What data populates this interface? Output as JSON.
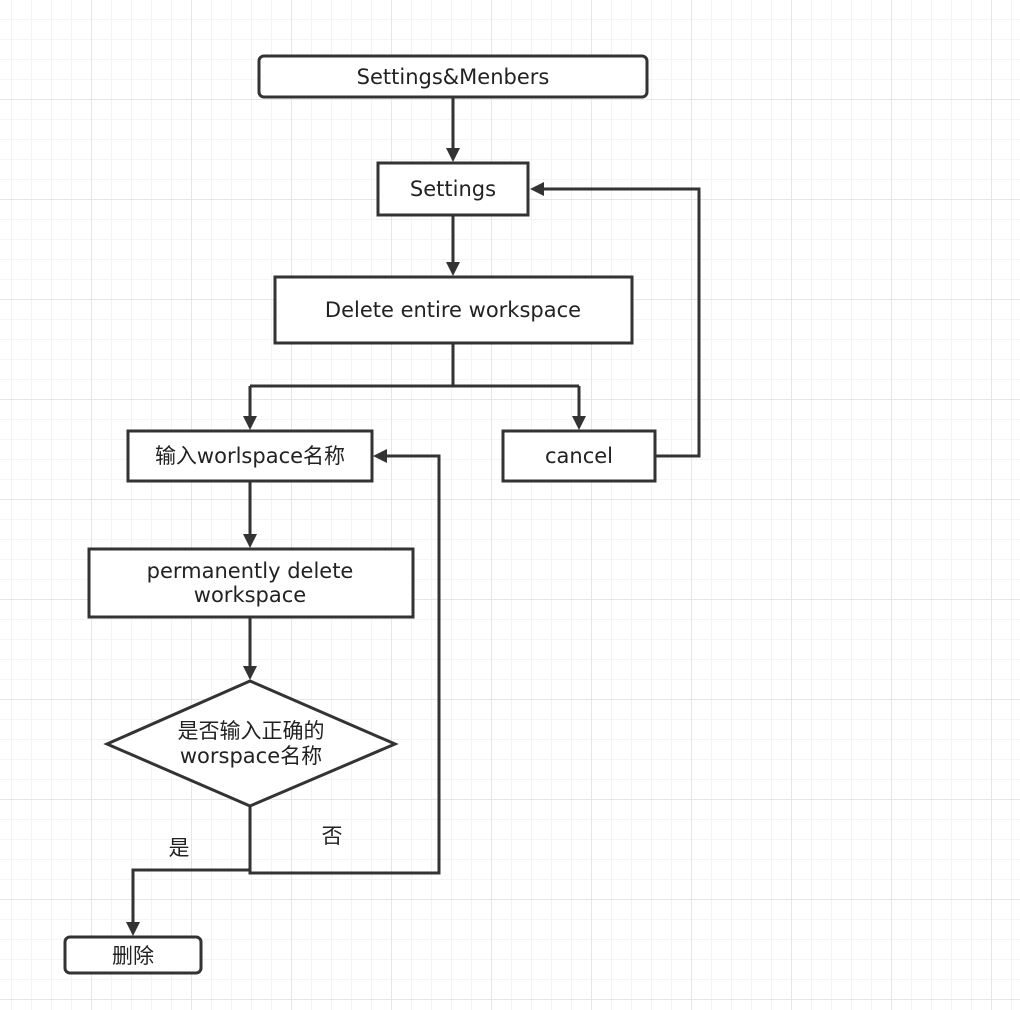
{
  "nodes": {
    "settings_members": "Settings&Menbers",
    "settings": "Settings",
    "delete_workspace": "Delete entire workspace",
    "input_name": "输入worlspace名称",
    "cancel": "cancel",
    "permanently_delete_line1": "permanently delete",
    "permanently_delete_line2": "workspace",
    "decision_line1": "是否输入正确的",
    "decision_line2": "worspace名称",
    "delete_final": "删除"
  },
  "edge_labels": {
    "yes": "是",
    "no": "否"
  }
}
